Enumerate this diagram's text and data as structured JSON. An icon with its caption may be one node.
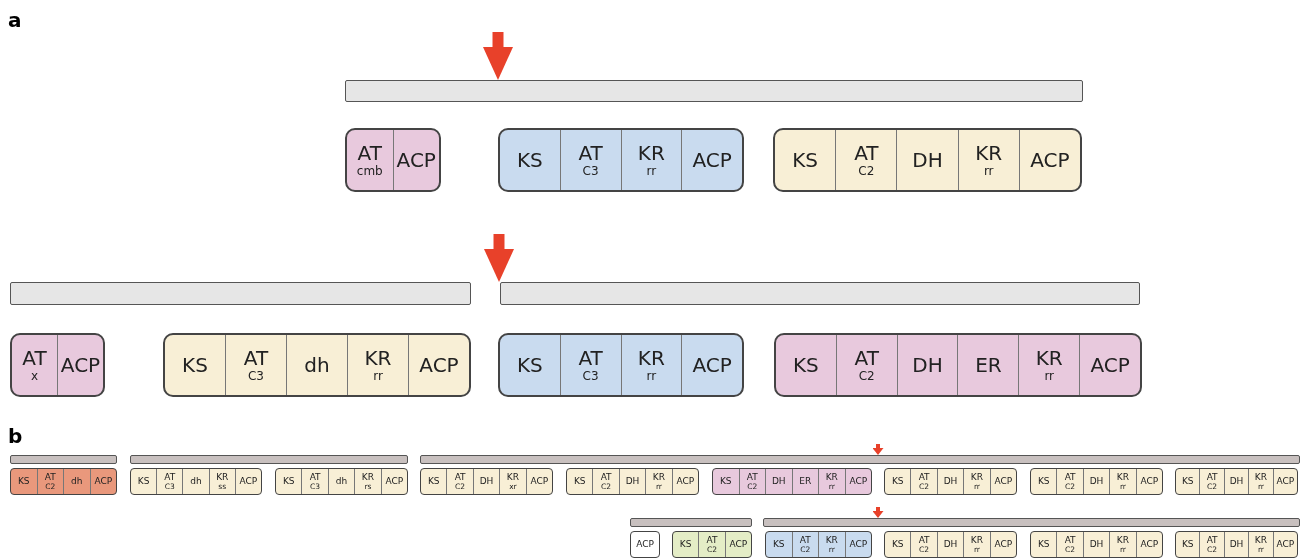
{
  "diagram": {
    "nodes": [
      {
        "text": [],
        "shape": "bar"
      },
      {
        "text": [],
        "shape": "box"
      },
      {
        "text": [
          "AT",
          "cmb"
        ],
        "in": 1
      },
      {
        "text": [
          "ACP"
        ],
        "in": 1
      },
      {
        "text": [],
        "shape": "box"
      },
      {
        "text": [
          "KS"
        ],
        "in": 4
      },
      {
        "text": [
          "AT",
          "C3"
        ],
        "in": 4
      },
      {
        "text": [
          "KR",
          "rr"
        ],
        "in": 4
      },
      {
        "text": [
          "ACP"
        ],
        "in": 4
      },
      {
        "text": [],
        "shape": "box"
      },
      {
        "text": [
          "KS"
        ],
        "in": 9
      },
      {
        "text": [
          "AT",
          "C2"
        ],
        "in": 9
      },
      {
        "text": [
          "DH"
        ],
        "in": 9
      },
      {
        "text": [
          "KR",
          "rr"
        ],
        "in": 9
      },
      {
        "text": [
          "ACP"
        ],
        "in": 9
      },
      {
        "text": [],
        "shape": "bar"
      },
      {
        "text": [],
        "shape": "bar"
      },
      {
        "text": [],
        "shape": "box"
      },
      {
        "text": [
          "AT",
          "x"
        ],
        "in": 17
      },
      {
        "text": [
          "ACP"
        ],
        "in": 17
      },
      {
        "text": [],
        "shape": "box"
      },
      {
        "text": [
          "KS"
        ],
        "in": 20
      },
      {
        "text": [
          "AT",
          "C3"
        ],
        "in": 20
      },
      {
        "text": [
          "dh"
        ],
        "in": 20
      },
      {
        "text": [
          "KR",
          "rr"
        ],
        "in": 20
      },
      {
        "text": [
          "ACP"
        ],
        "in": 20
      },
      {
        "text": [],
        "shape": "box"
      },
      {
        "text": [
          "KS"
        ],
        "in": 26
      },
      {
        "text": [
          "AT",
          "C3"
        ],
        "in": 26
      },
      {
        "text": [
          "KR",
          "rr"
        ],
        "in": 26
      },
      {
        "text": [
          "ACP"
        ],
        "in": 26
      },
      {
        "text": [],
        "shape": "box"
      },
      {
        "text": [
          "KS"
        ],
        "in": 31
      },
      {
        "text": [
          "AT",
          "C2"
        ],
        "in": 31
      },
      {
        "text": [
          "DH"
        ],
        "in": 31
      },
      {
        "text": [
          "ER"
        ],
        "in": 31
      },
      {
        "text": [
          "KR",
          "rr"
        ],
        "in": 31
      },
      {
        "text": [
          "ACP"
        ],
        "in": 31
      },
      {
        "text": [],
        "shape": "bar"
      },
      {
        "text": [],
        "shape": "bar"
      },
      {
        "text": [],
        "shape": "bar"
      },
      {
        "text": [],
        "shape": "box"
      },
      {
        "text": [
          "KS"
        ],
        "in": 41
      },
      {
        "text": [
          "AT",
          "C2"
        ],
        "in": 41
      },
      {
        "text": [
          "dh"
        ],
        "in": 41
      },
      {
        "text": [
          "ACP"
        ],
        "in": 41
      },
      {
        "text": [],
        "shape": "box"
      },
      {
        "text": [
          "KS"
        ],
        "in": 46
      },
      {
        "text": [
          "AT",
          "C3"
        ],
        "in": 46
      },
      {
        "text": [
          "dh"
        ],
        "in": 46
      },
      {
        "text": [
          "KR",
          "ss"
        ],
        "in": 46
      },
      {
        "text": [
          "ACP"
        ],
        "in": 46
      },
      {
        "text": [],
        "shape": "box"
      },
      {
        "text": [
          "KS"
        ],
        "in": 52
      },
      {
        "text": [
          "AT",
          "C3"
        ],
        "in": 52
      },
      {
        "text": [
          "dh"
        ],
        "in": 52
      },
      {
        "text": [
          "KR",
          "rs"
        ],
        "in": 52
      },
      {
        "text": [
          "ACP"
        ],
        "in": 52
      },
      {
        "text": [],
        "shape": "box"
      },
      {
        "text": [
          "KS"
        ],
        "in": 58
      },
      {
        "text": [
          "AT",
          "C2"
        ],
        "in": 58
      },
      {
        "text": [
          "DH"
        ],
        "in": 58
      },
      {
        "text": [
          "KR",
          "xr"
        ],
        "in": 58
      },
      {
        "text": [
          "ACP"
        ],
        "in": 58
      },
      {
        "text": [],
        "shape": "box"
      },
      {
        "text": [
          "KS"
        ],
        "in": 64
      },
      {
        "text": [
          "AT",
          "C2"
        ],
        "in": 64
      },
      {
        "text": [
          "DH"
        ],
        "in": 64
      },
      {
        "text": [
          "KR",
          "rr"
        ],
        "in": 64
      },
      {
        "text": [
          "ACP"
        ],
        "in": 64
      },
      {
        "text": [],
        "shape": "box"
      },
      {
        "text": [
          "KS"
        ],
        "in": 70
      },
      {
        "text": [
          "AT",
          "C2"
        ],
        "in": 70
      },
      {
        "text": [
          "DH"
        ],
        "in": 70
      },
      {
        "text": [
          "ER"
        ],
        "in": 70
      },
      {
        "text": [
          "KR",
          "rr"
        ],
        "in": 70
      },
      {
        "text": [
          "ACP"
        ],
        "in": 70
      },
      {
        "text": [],
        "shape": "box"
      },
      {
        "text": [
          "KS"
        ],
        "in": 77
      },
      {
        "text": [
          "AT",
          "C2"
        ],
        "in": 77
      },
      {
        "text": [
          "DH"
        ],
        "in": 77
      },
      {
        "text": [
          "KR",
          "rr"
        ],
        "in": 77
      },
      {
        "text": [
          "ACP"
        ],
        "in": 77
      },
      {
        "text": [],
        "shape": "box"
      },
      {
        "text": [
          "KS"
        ],
        "in": 83
      },
      {
        "text": [
          "AT",
          "C2"
        ],
        "in": 83
      },
      {
        "text": [
          "DH"
        ],
        "in": 83
      },
      {
        "text": [
          "KR",
          "rr"
        ],
        "in": 83
      },
      {
        "text": [
          "ACP"
        ],
        "in": 83
      },
      {
        "text": [],
        "shape": "box"
      },
      {
        "text": [
          "KS"
        ],
        "in": 89
      },
      {
        "text": [
          "AT",
          "C2"
        ],
        "in": 89
      },
      {
        "text": [
          "DH"
        ],
        "in": 89
      },
      {
        "text": [
          "KR",
          "rr"
        ],
        "in": 89
      },
      {
        "text": [
          "ACP"
        ],
        "in": 89
      },
      {
        "text": [],
        "shape": "bar"
      },
      {
        "text": [],
        "shape": "bar"
      },
      {
        "text": [],
        "shape": "box"
      },
      {
        "text": [
          "ACP"
        ],
        "in": 97
      },
      {
        "text": [],
        "shape": "box"
      },
      {
        "text": [
          "KS"
        ],
        "in": 99
      },
      {
        "text": [
          "AT",
          "C2"
        ],
        "in": 99
      },
      {
        "text": [
          "ACP"
        ],
        "in": 99
      },
      {
        "text": [],
        "shape": "box"
      },
      {
        "text": [
          "KS"
        ],
        "in": 103
      },
      {
        "text": [
          "AT",
          "C2"
        ],
        "in": 103
      },
      {
        "text": [
          "KR",
          "rr"
        ],
        "in": 103
      },
      {
        "text": [
          "ACP"
        ],
        "in": 103
      },
      {
        "text": [],
        "shape": "box"
      },
      {
        "text": [
          "KS"
        ],
        "in": 108
      },
      {
        "text": [
          "AT",
          "C2"
        ],
        "in": 108
      },
      {
        "text": [
          "DH"
        ],
        "in": 108
      },
      {
        "text": [
          "KR",
          "rr"
        ],
        "in": 108
      },
      {
        "text": [
          "ACP"
        ],
        "in": 108
      },
      {
        "text": [],
        "shape": "box"
      },
      {
        "text": [
          "KS"
        ],
        "in": 114
      },
      {
        "text": [
          "AT",
          "C2"
        ],
        "in": 114
      },
      {
        "text": [
          "DH"
        ],
        "in": 114
      },
      {
        "text": [
          "KR",
          "rr"
        ],
        "in": 114
      },
      {
        "text": [
          "ACP"
        ],
        "in": 114
      },
      {
        "text": [],
        "shape": "box"
      },
      {
        "text": [
          "KS"
        ],
        "in": 120
      },
      {
        "text": [
          "AT",
          "C2"
        ],
        "in": 120
      },
      {
        "text": [
          "DH"
        ],
        "in": 120
      },
      {
        "text": [
          "KR",
          "rr"
        ],
        "in": 120
      },
      {
        "text": [
          "ACP"
        ],
        "in": 120
      }
    ],
    "edges": [
      {
        "from": null,
        "to": 0,
        "arrow": "to",
        "style": "thick"
      },
      {
        "from": null,
        "to": 16,
        "arrow": "to",
        "style": "thick"
      },
      {
        "from": null,
        "to": 40,
        "arrow": "to"
      },
      {
        "from": null,
        "to": 96,
        "arrow": "to"
      }
    ],
    "labels": [
      "a",
      "b"
    ]
  }
}
